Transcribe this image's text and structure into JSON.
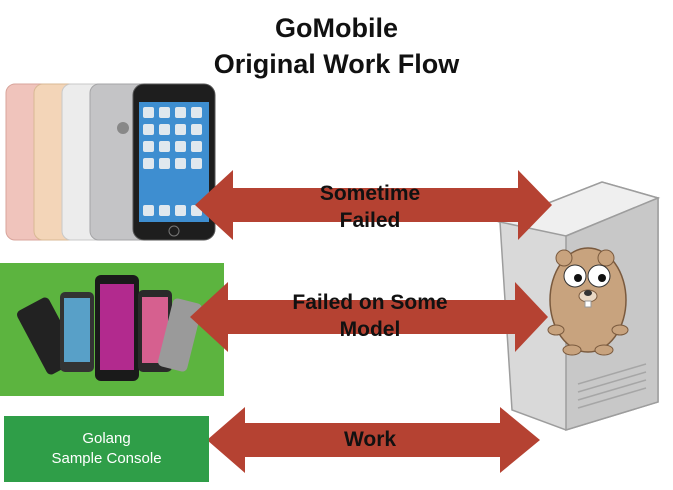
{
  "title": {
    "line1": "GoMobile",
    "line2": "Original Work Flow"
  },
  "nodes": {
    "console": {
      "line1": "Golang",
      "line2": "Sample Console"
    }
  },
  "arrows": [
    {
      "line1": "Sometime",
      "line2": "Failed"
    },
    {
      "line1": "Failed on Some",
      "line2": "Model"
    },
    {
      "line1": "Work",
      "line2": ""
    }
  ],
  "colors": {
    "arrow": "#b54232",
    "console_box": "#2f9e48",
    "android_bg": "#5cb43f",
    "server": "#d9d9d9",
    "gopher": "#c8a37e"
  }
}
